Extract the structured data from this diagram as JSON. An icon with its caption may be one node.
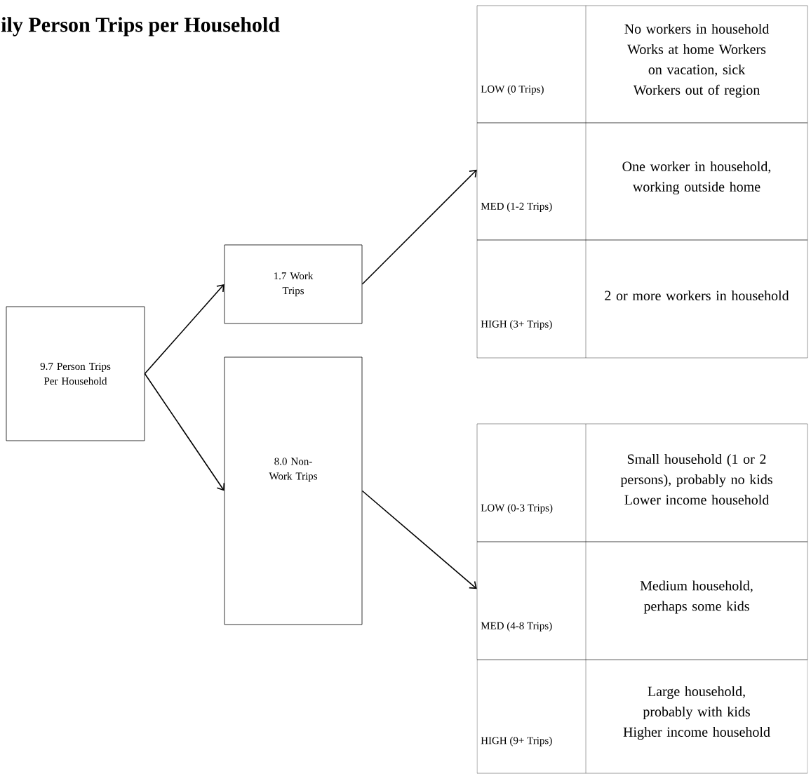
{
  "diagram": {
    "title": "ily Person Trips per Household",
    "nodes": [
      {
        "text": [
          "9.7 Person Trips Per Household"
        ]
      },
      {
        "text": [
          "1.7 Work Trips"
        ]
      },
      {
        "text": [
          "8.0 Non-Work Trips"
        ]
      },
      {
        "text": [
          "LOW (0 Trips)",
          "No workers in household Works at home Workers on vacation, sick Workers out of region"
        ]
      },
      {
        "text": [
          "MED (1-2 Trips)",
          "One worker in household, working outside home"
        ]
      },
      {
        "text": [
          "HIGH (3+ Trips)",
          "2 or more workers in household"
        ]
      },
      {
        "text": [
          "LOW (0-3 Trips)",
          "Small household (1 or 2 persons), probably no kids Lower income household"
        ]
      },
      {
        "text": [
          "MED (4-8 Trips)",
          "Medium household, perhaps some kids"
        ]
      },
      {
        "text": [
          "HIGH (9+ Trips)",
          "Large household, probably with kids Higher income household"
        ]
      }
    ],
    "edges": [
      {
        "from": 0,
        "to": 1,
        "arrow": "to"
      },
      {
        "from": 0,
        "to": 2,
        "arrow": "to"
      },
      {
        "from": 1,
        "to": 4,
        "arrow": "to"
      },
      {
        "from": 2,
        "to": 7,
        "arrow": "to"
      }
    ]
  }
}
